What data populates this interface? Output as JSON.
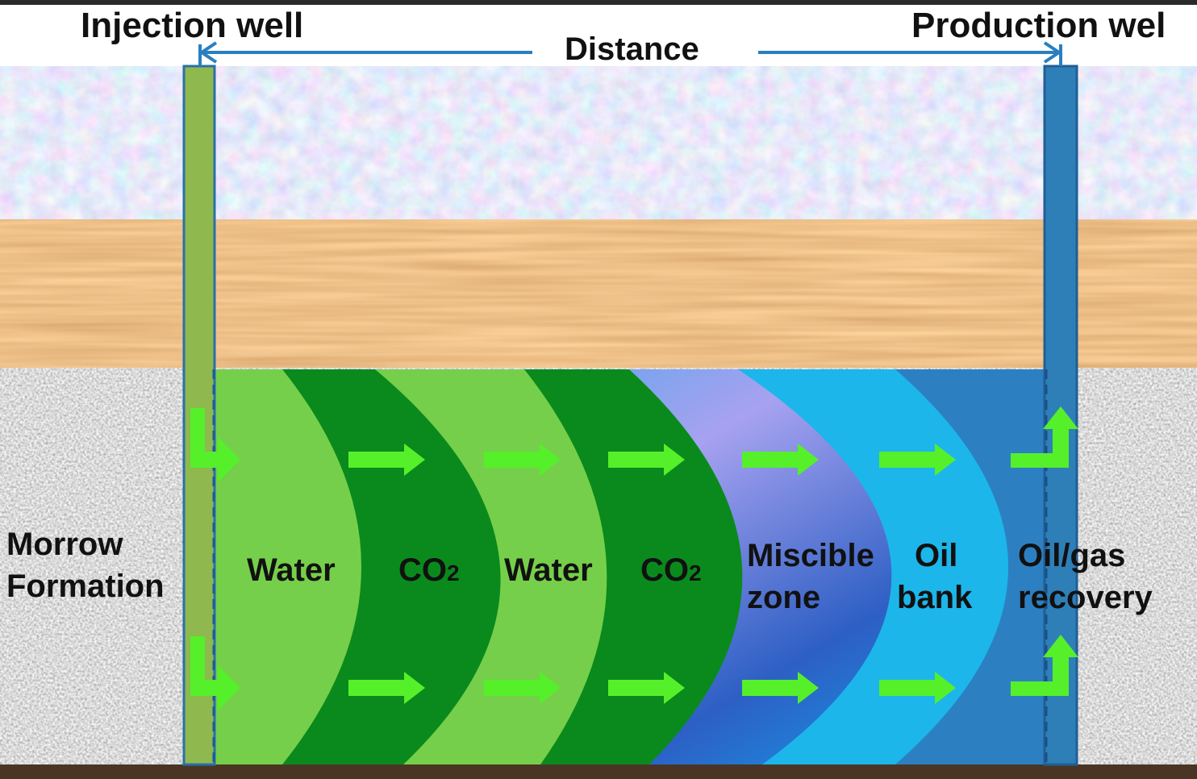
{
  "header": {
    "injection_well": "Injection well",
    "production_well": "Production wel",
    "distance": "Distance"
  },
  "formation": {
    "line1": "Morrow",
    "line2": "Formation"
  },
  "zones": [
    {
      "name": "water-1",
      "line1": "Water",
      "line2": "",
      "color": "#76cf4a"
    },
    {
      "name": "co2-1",
      "line1": "CO",
      "sub": "2",
      "line2": "",
      "color": "#0a8a1c"
    },
    {
      "name": "water-2",
      "line1": "Water",
      "line2": "",
      "color": "#76cf4a"
    },
    {
      "name": "co2-2",
      "line1": "CO",
      "sub": "2",
      "line2": "",
      "color": "#0a8a1c"
    },
    {
      "name": "miscible-zone",
      "line1": "Miscible",
      "line2": "zone",
      "color": "#1a8fe0"
    },
    {
      "name": "oil-bank",
      "line1": "Oil",
      "line2": "bank",
      "color": "#1cb6ea"
    },
    {
      "name": "oil-gas-recovery",
      "line1": "Oil/gas",
      "line2": "recovery",
      "color": "#2c80c2"
    }
  ],
  "colors": {
    "injection_well": "#8fb84f",
    "production_well": "#2e7fb8",
    "arrow": "#55f02a",
    "wood": "#c87a3e",
    "rock": "#a8a8a8"
  }
}
